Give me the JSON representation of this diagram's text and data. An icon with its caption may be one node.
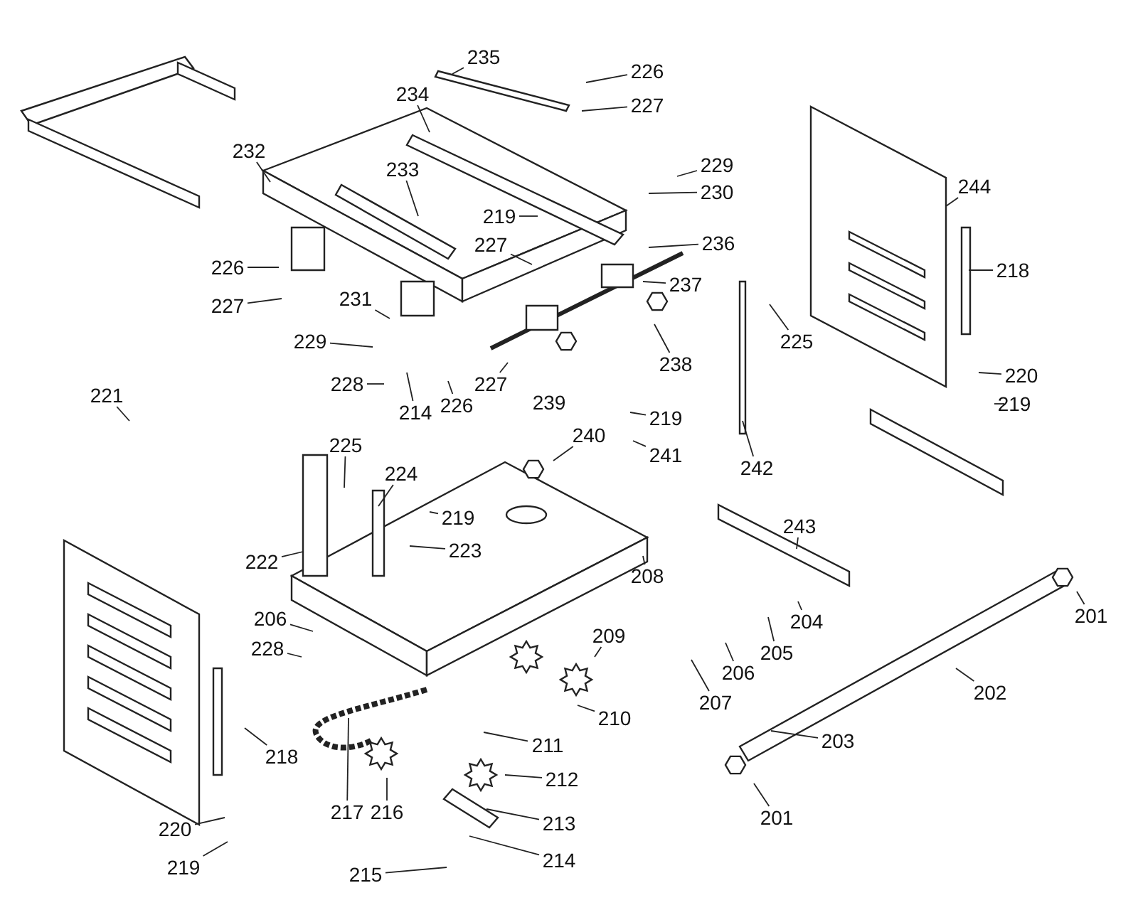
{
  "diagram": {
    "nodes": [
      {
        "text": [
          "235"
        ]
      },
      {
        "text": [
          "226"
        ]
      },
      {
        "text": [
          "227"
        ]
      },
      {
        "text": [
          "234"
        ]
      },
      {
        "text": [
          "232"
        ]
      },
      {
        "text": [
          "229"
        ]
      },
      {
        "text": [
          "230"
        ]
      },
      {
        "text": [
          "233"
        ]
      },
      {
        "text": [
          "219"
        ]
      },
      {
        "text": [
          "227"
        ]
      },
      {
        "text": [
          "236"
        ]
      },
      {
        "text": [
          "226"
        ]
      },
      {
        "text": [
          "237"
        ]
      },
      {
        "text": [
          "244"
        ]
      },
      {
        "text": [
          "218"
        ]
      },
      {
        "text": [
          "227"
        ]
      },
      {
        "text": [
          "225"
        ]
      },
      {
        "text": [
          "231"
        ]
      },
      {
        "text": [
          "229"
        ]
      },
      {
        "text": [
          "238"
        ]
      },
      {
        "text": [
          "228"
        ]
      },
      {
        "text": [
          "214"
        ]
      },
      {
        "text": [
          "226"
        ]
      },
      {
        "text": [
          "227"
        ]
      },
      {
        "text": [
          "220"
        ]
      },
      {
        "text": [
          "219"
        ]
      },
      {
        "text": [
          "239"
        ]
      },
      {
        "text": [
          "219"
        ]
      },
      {
        "text": [
          "225"
        ]
      },
      {
        "text": [
          "240"
        ]
      },
      {
        "text": [
          "241"
        ]
      },
      {
        "text": [
          "242"
        ]
      },
      {
        "text": [
          "224"
        ]
      },
      {
        "text": [
          "221"
        ]
      },
      {
        "text": [
          "219"
        ]
      },
      {
        "text": [
          "243"
        ]
      },
      {
        "text": [
          "222"
        ]
      },
      {
        "text": [
          "223"
        ]
      },
      {
        "text": [
          "208"
        ]
      },
      {
        "text": [
          "204"
        ]
      },
      {
        "text": [
          "201"
        ]
      },
      {
        "text": [
          "206"
        ]
      },
      {
        "text": [
          "205"
        ]
      },
      {
        "text": [
          "209"
        ]
      },
      {
        "text": [
          "228"
        ]
      },
      {
        "text": [
          "206"
        ]
      },
      {
        "text": [
          "202"
        ]
      },
      {
        "text": [
          "207"
        ]
      },
      {
        "text": [
          "210"
        ]
      },
      {
        "text": [
          "218"
        ]
      },
      {
        "text": [
          "211"
        ]
      },
      {
        "text": [
          "203"
        ]
      },
      {
        "text": [
          "212"
        ]
      },
      {
        "text": [
          "201"
        ]
      },
      {
        "text": [
          "217"
        ]
      },
      {
        "text": [
          "216"
        ]
      },
      {
        "text": [
          "213"
        ]
      },
      {
        "text": [
          "220"
        ]
      },
      {
        "text": [
          "219"
        ]
      },
      {
        "text": [
          "214"
        ]
      },
      {
        "text": [
          "215"
        ]
      }
    ],
    "edges": [
      {
        "from": 0,
        "to": null,
        "arrow": "none"
      },
      {
        "from": 1,
        "to": null,
        "arrow": "none"
      },
      {
        "from": 2,
        "to": null,
        "arrow": "none"
      },
      {
        "from": 3,
        "to": null,
        "arrow": "none"
      },
      {
        "from": 4,
        "to": null,
        "arrow": "none"
      },
      {
        "from": 5,
        "to": null,
        "arrow": "none"
      },
      {
        "from": 6,
        "to": null,
        "arrow": "none"
      },
      {
        "from": 7,
        "to": null,
        "arrow": "none"
      },
      {
        "from": 8,
        "to": null,
        "arrow": "none"
      },
      {
        "from": 9,
        "to": null,
        "arrow": "none"
      },
      {
        "from": 10,
        "to": null,
        "arrow": "none"
      },
      {
        "from": 11,
        "to": null,
        "arrow": "none"
      },
      {
        "from": 12,
        "to": null,
        "arrow": "none"
      },
      {
        "from": 13,
        "to": null,
        "arrow": "none"
      },
      {
        "from": 14,
        "to": null,
        "arrow": "none"
      },
      {
        "from": 15,
        "to": null,
        "arrow": "none"
      },
      {
        "from": 16,
        "to": null,
        "arrow": "none"
      },
      {
        "from": 17,
        "to": null,
        "arrow": "none"
      },
      {
        "from": 18,
        "to": null,
        "arrow": "none"
      },
      {
        "from": 19,
        "to": null,
        "arrow": "none"
      },
      {
        "from": 20,
        "to": null,
        "arrow": "none"
      },
      {
        "from": 21,
        "to": null,
        "arrow": "none"
      },
      {
        "from": 22,
        "to": null,
        "arrow": "none"
      },
      {
        "from": 23,
        "to": null,
        "arrow": "none"
      },
      {
        "from": 24,
        "to": null,
        "arrow": "none"
      },
      {
        "from": 25,
        "to": null,
        "arrow": "none"
      },
      {
        "from": 27,
        "to": null,
        "arrow": "none"
      },
      {
        "from": 28,
        "to": null,
        "arrow": "none"
      },
      {
        "from": 29,
        "to": null,
        "arrow": "none"
      },
      {
        "from": 30,
        "to": null,
        "arrow": "none"
      },
      {
        "from": 31,
        "to": null,
        "arrow": "none"
      },
      {
        "from": 32,
        "to": null,
        "arrow": "none"
      },
      {
        "from": 33,
        "to": null,
        "arrow": "none"
      },
      {
        "from": 34,
        "to": null,
        "arrow": "none"
      },
      {
        "from": 35,
        "to": null,
        "arrow": "none"
      },
      {
        "from": 36,
        "to": null,
        "arrow": "none"
      },
      {
        "from": 37,
        "to": null,
        "arrow": "none"
      },
      {
        "from": 38,
        "to": null,
        "arrow": "none"
      },
      {
        "from": 39,
        "to": null,
        "arrow": "none"
      },
      {
        "from": 40,
        "to": null,
        "arrow": "none"
      },
      {
        "from": 41,
        "to": null,
        "arrow": "none"
      },
      {
        "from": 42,
        "to": null,
        "arrow": "none"
      },
      {
        "from": 43,
        "to": null,
        "arrow": "none"
      },
      {
        "from": 44,
        "to": null,
        "arrow": "none"
      },
      {
        "from": 45,
        "to": null,
        "arrow": "none"
      },
      {
        "from": 46,
        "to": null,
        "arrow": "none"
      },
      {
        "from": 47,
        "to": null,
        "arrow": "none"
      },
      {
        "from": 48,
        "to": null,
        "arrow": "none"
      },
      {
        "from": 49,
        "to": null,
        "arrow": "none"
      },
      {
        "from": 50,
        "to": null,
        "arrow": "none"
      },
      {
        "from": 51,
        "to": null,
        "arrow": "none"
      },
      {
        "from": 52,
        "to": null,
        "arrow": "none"
      },
      {
        "from": 53,
        "to": null,
        "arrow": "none"
      },
      {
        "from": 54,
        "to": null,
        "arrow": "none"
      },
      {
        "from": 55,
        "to": null,
        "arrow": "none"
      },
      {
        "from": 56,
        "to": null,
        "arrow": "none"
      },
      {
        "from": 57,
        "to": null,
        "arrow": "none"
      },
      {
        "from": 58,
        "to": null,
        "arrow": "none"
      },
      {
        "from": 59,
        "to": null,
        "arrow": "none"
      },
      {
        "from": 60,
        "to": null,
        "arrow": "none"
      }
    ]
  }
}
